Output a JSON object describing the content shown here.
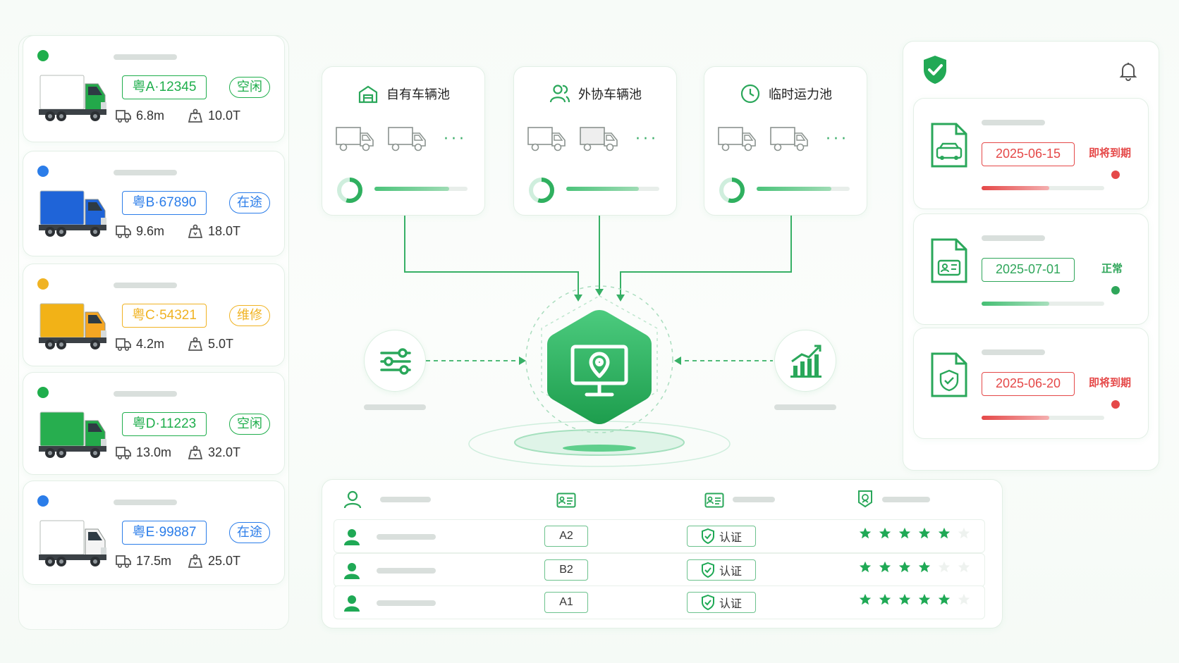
{
  "vehicles": [
    {
      "plate": "粤A·12345",
      "status": "空闲",
      "length": "6.8m",
      "weight": "10.0T",
      "color": "#1fae4c",
      "status_color": "#1fae4c",
      "plate_color": "#1fae4c",
      "truck": "green-box-truck-icon",
      "cargo_color": "#ffffff",
      "cab_color": "#23a94a"
    },
    {
      "plate": "粤B·67890",
      "status": "在途",
      "length": "9.6m",
      "weight": "18.0T",
      "color": "#2b7de9",
      "status_color": "#2b7de9",
      "plate_color": "#2b7de9",
      "truck": "blue-box-truck-icon",
      "cargo_color": "#1f64d8",
      "cab_color": "#1f64d8"
    },
    {
      "plate": "粤C·54321",
      "status": "维修",
      "length": "4.2m",
      "weight": "5.0T",
      "color": "#f0b323",
      "status_color": "#f0b323",
      "plate_color": "#f0b323",
      "truck": "yellow-box-truck-icon",
      "cargo_color": "#f2b217",
      "cab_color": "#f5a623"
    },
    {
      "plate": "粤D·11223",
      "status": "空闲",
      "length": "13.0m",
      "weight": "32.0T",
      "color": "#1fae4c",
      "status_color": "#1fae4c",
      "plate_color": "#1fae4c",
      "truck": "green-box-truck-icon",
      "cargo_color": "#27ae4f",
      "cab_color": "#23a94a"
    },
    {
      "plate": "粤E·99887",
      "status": "在途",
      "length": "17.5m",
      "weight": "25.0T",
      "color": "#2b7de9",
      "status_color": "#2b7de9",
      "plate_color": "#2b7de9",
      "truck": "white-box-truck-icon",
      "cargo_color": "#ffffff",
      "cab_color": "#f4f4f4"
    }
  ],
  "pools": [
    {
      "title": "自有车辆池",
      "icon": "warehouse-icon"
    },
    {
      "title": "外协车辆池",
      "icon": "users-icon"
    },
    {
      "title": "临时运力池",
      "icon": "clock-icon"
    }
  ],
  "pool_progress": [
    0.8,
    0.78,
    0.8
  ],
  "center": {
    "icon": "monitor-location-icon"
  },
  "left_node": {
    "icon": "sliders-icon"
  },
  "right_node": {
    "icon": "bar-chart-icon"
  },
  "documents": [
    {
      "date": "2025-06-15",
      "status": "即将到期",
      "color": "#e54848",
      "icon": "vehicle-doc-icon",
      "progress": 0.55
    },
    {
      "date": "2025-07-01",
      "status": "正常",
      "color": "#2fa65a",
      "icon": "license-doc-icon",
      "progress": 0.55
    },
    {
      "date": "2025-06-20",
      "status": "即将到期",
      "color": "#e54848",
      "icon": "shield-doc-icon",
      "progress": 0.55
    }
  ],
  "drivers": [
    {
      "license": "A2",
      "cert": "认证",
      "rating": 5
    },
    {
      "license": "B2",
      "cert": "认证",
      "rating": 4
    },
    {
      "license": "A1",
      "cert": "认证",
      "rating": 5
    }
  ],
  "colors": {
    "accent": "#2fb05f",
    "accent_dark": "#1e9a4c"
  }
}
